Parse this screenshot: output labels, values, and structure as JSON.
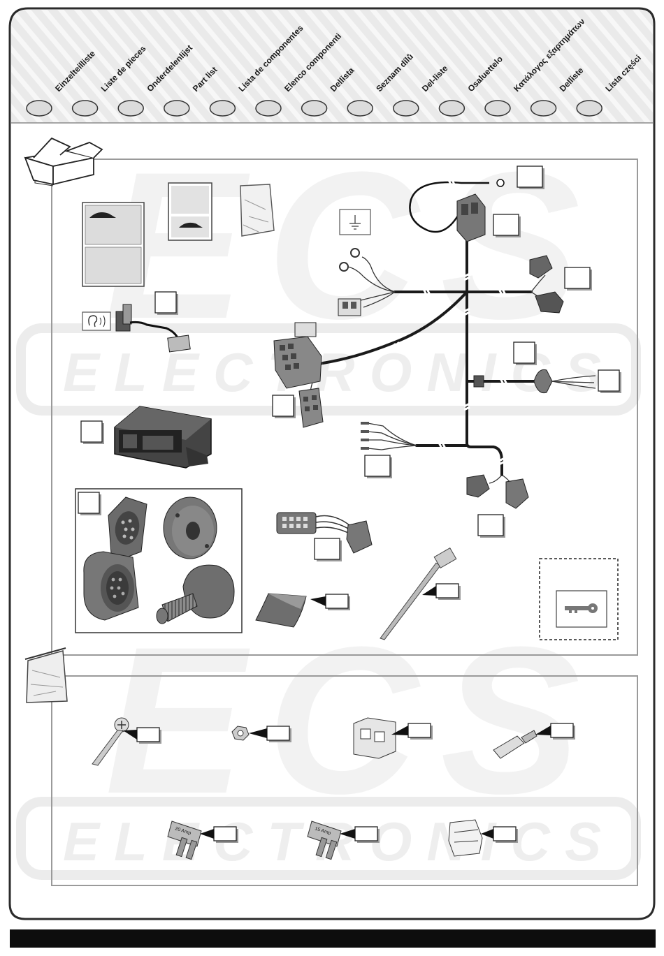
{
  "languages": [
    "Einzelteilliste",
    "Liste de pieces",
    "Onderdelenlijst",
    "Part list",
    "Lista de componentes",
    "Elenco componenti",
    "Dellista",
    "Seznam dílů",
    "Del-liste",
    "Osaluettelo",
    "Κατάλογος εξαρτημάτων",
    "Delliste",
    "Lista części"
  ],
  "watermark": {
    "brand_text": "ELECTRONICS",
    "brand_glyphs": "ECS"
  },
  "fuses": [
    {
      "amp_label": "20 Amp"
    },
    {
      "amp_label": "15 Amp"
    }
  ],
  "colors": {
    "frame": "#2b2b2b",
    "header_bg": "#e6e6e6",
    "panel_border": "#9a9a9a",
    "watermark": "#efefef",
    "harness_wire": "#1a1a1a",
    "connector": "#6e6e6e",
    "footer_bar": "#0d0d0d"
  },
  "icons": {
    "box": "cardboard-box-icon",
    "bag": "parts-bag-icon",
    "ground": "ground-symbol-icon",
    "buzzer": "ear-sound-icon",
    "key": "key-icon"
  }
}
